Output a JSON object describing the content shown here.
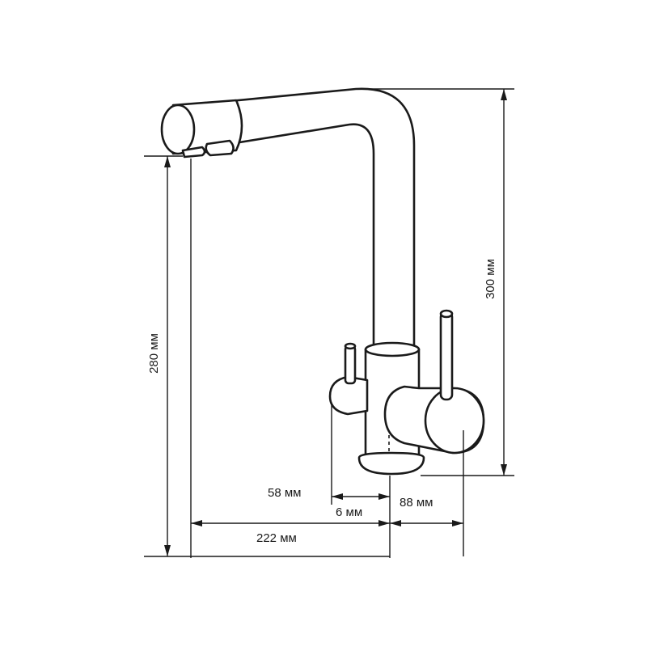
{
  "dimensions": {
    "height_spout": "280 мм",
    "height_total": "300 мм",
    "reach": "222 мм",
    "base_to_lever": "58 мм",
    "offset": "6 мм",
    "lever_depth": "88 мм"
  }
}
